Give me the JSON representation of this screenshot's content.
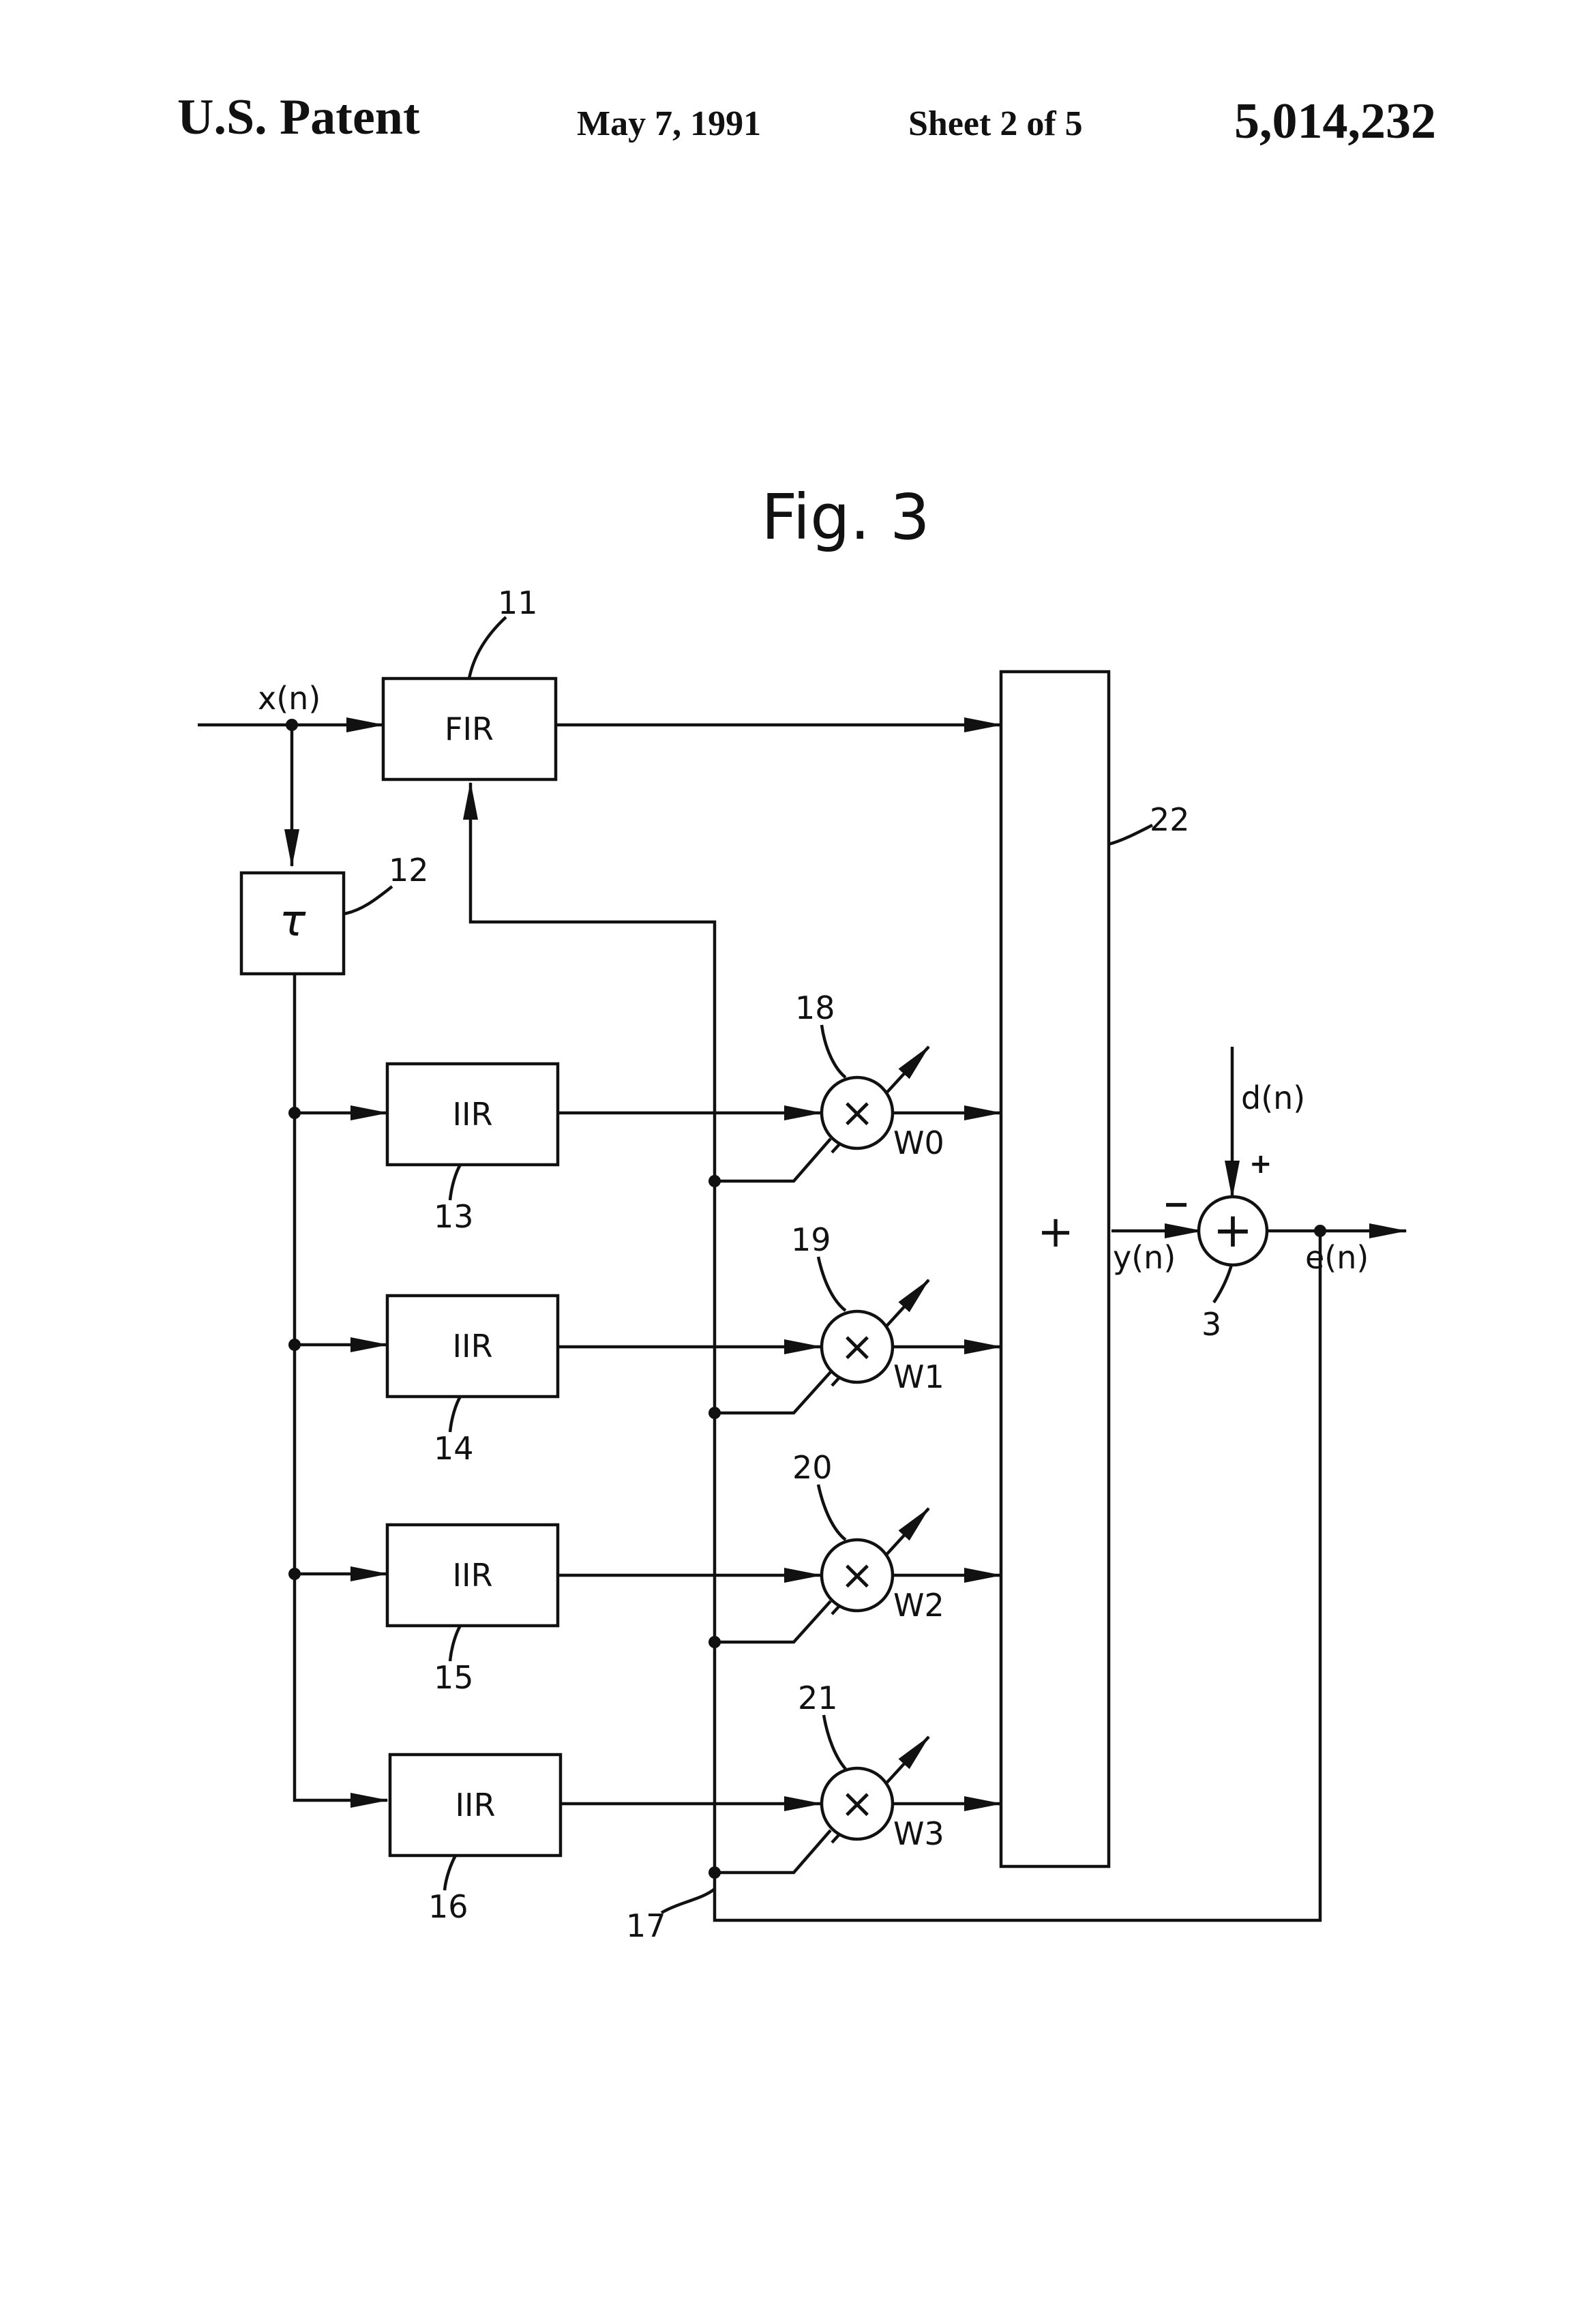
{
  "header": {
    "patent_label": "U.S. Patent",
    "date": "May 7, 1991",
    "sheet": "Sheet 2 of 5",
    "patent_number": "5,014,232"
  },
  "figure": {
    "title": "Fig. 3",
    "signals": {
      "input": "x(n)",
      "desired": "d(n)",
      "output": "y(n)",
      "error": "e(n)",
      "plus_sign": "+",
      "minus_sign": "−"
    },
    "blocks": {
      "fir": "FIR",
      "delay": "τ",
      "iir": [
        "IIR",
        "IIR",
        "IIR",
        "IIR"
      ],
      "summer": "+",
      "subtractor": "+"
    },
    "multipliers": [
      "×",
      "×",
      "×",
      "×"
    ],
    "weights": [
      "W0",
      "W1",
      "W2",
      "W3"
    ],
    "refs": {
      "fir": "11",
      "delay": "12",
      "iir": [
        "13",
        "14",
        "15",
        "16"
      ],
      "feedback": "17",
      "multipliers": [
        "18",
        "19",
        "20",
        "21"
      ],
      "summer": "22",
      "subtractor": "3"
    }
  }
}
